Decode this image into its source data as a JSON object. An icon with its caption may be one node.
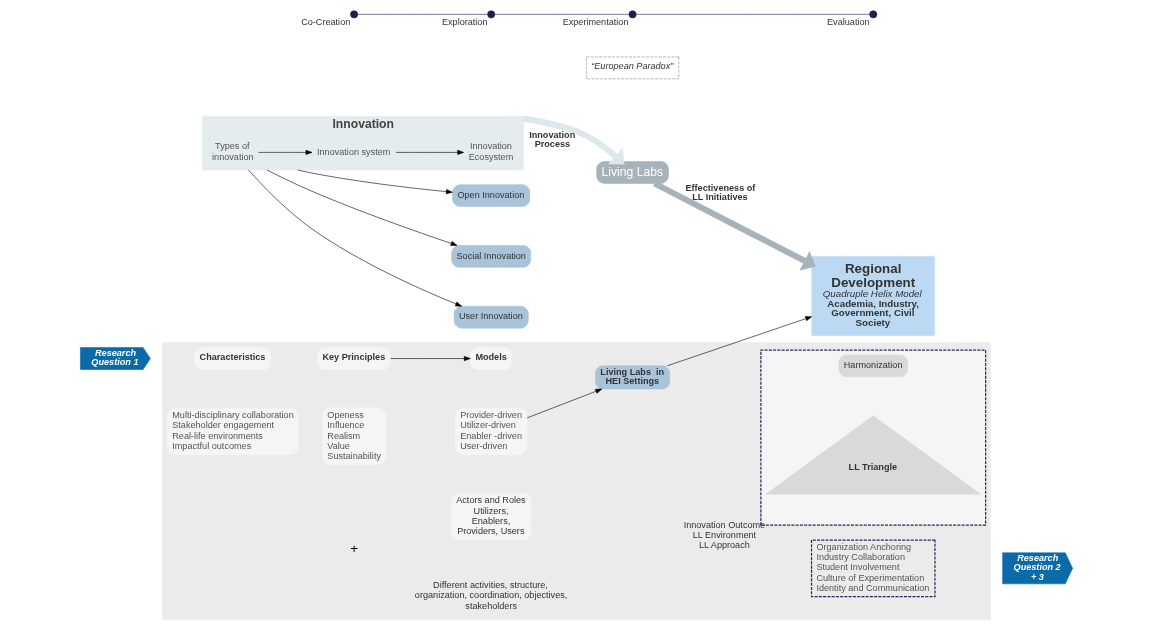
{
  "diagram": {
    "nodes": [
      {
        "text": [
          "Innovation"
        ]
      },
      {
        "text": [
          "Types of innovation"
        ],
        "in": 0
      },
      {
        "text": [
          "Innovation system"
        ],
        "in": 0
      },
      {
        "text": [
          "Innovation Ecosystem"
        ],
        "in": 0
      },
      {
        "text": [
          "User Innovation"
        ]
      },
      {
        "text": [
          "Social Innovation"
        ]
      },
      {
        "text": [
          "Open Innovation"
        ]
      },
      {
        "text": [
          "Living Labs"
        ]
      },
      {
        "text": [
          "Regional Development",
          "Quadruple Helix Model",
          "Academia, Industry, Government, Civil Society"
        ]
      },
      {
        "text": [
          "Co-Creation"
        ]
      },
      {
        "text": [
          "Exploration"
        ]
      },
      {
        "text": [
          "Experimentation"
        ]
      },
      {
        "text": [
          "Evaluation"
        ]
      },
      {
        "text": [
          "“European Paradox”"
        ]
      },
      {
        "text": [],
        "shape": "box"
      },
      {
        "text": [
          "Characteristics"
        ],
        "in": 14
      },
      {
        "text": [
          "Multi-disciplinary collaboration",
          "Stakeholder engagement",
          "Real-life environments",
          "Impactful outcomes"
        ],
        "in": 14
      },
      {
        "text": [
          "Key Principles"
        ],
        "in": 14
      },
      {
        "text": [
          "Openess",
          "Influence",
          "Realism",
          "Value",
          "Sustainability"
        ],
        "in": 14
      },
      {
        "text": [
          "Models"
        ],
        "in": 14
      },
      {
        "text": [
          "Provider-driven",
          "Utilizer-driven",
          "Enabler -driven",
          "User-driven"
        ],
        "in": 14
      },
      {
        "text": [
          "Actors and Roles",
          "Utilizers, Enablers, Providers, Users"
        ],
        "in": 14
      },
      {
        "text": [
          "Living Labs  in HEI Settings"
        ],
        "in": 14
      },
      {
        "text": [
          "Organization Anchoring",
          "Industry Collaboration",
          "Student Involvement",
          "Culture of Experimentation",
          "Identity and Communication"
        ],
        "in": 14
      },
      {
        "text": [],
        "shape": "box",
        "in": 14
      },
      {
        "text": [
          "Harmonization"
        ],
        "in": 24
      },
      {
        "text": [
          "LL Triangle"
        ],
        "in": 24,
        "beside": [
          "Innovation Outcome",
          "LL Environment",
          "LL Approach"
        ]
      },
      {
        "text": [
          "Research Question 1"
        ]
      },
      {
        "text": [
          "Research Question 2 + 3"
        ]
      }
    ],
    "edges": [
      {
        "from": 0,
        "to": 4,
        "arrow": "to"
      },
      {
        "from": 0,
        "to": 5,
        "arrow": "to"
      },
      {
        "from": 0,
        "to": 6,
        "arrow": "to"
      },
      {
        "from": 1,
        "to": 2,
        "arrow": "to"
      },
      {
        "from": 2,
        "to": 3,
        "arrow": "to"
      },
      {
        "from": 0,
        "to": 7,
        "label": "Innovation Process",
        "arrow": "to",
        "style": "thick",
        "color": "#dde8eb"
      },
      {
        "from": 7,
        "to": 8,
        "label": "Effectiveness of LL Initiatives",
        "arrow": "to",
        "style": "thick",
        "color": "#a7b3ba"
      },
      {
        "from": 9,
        "to": 10,
        "arrow": "none",
        "color": "#1f1f4a"
      },
      {
        "from": 10,
        "to": 11,
        "arrow": "none",
        "color": "#1f1f4a"
      },
      {
        "from": 11,
        "to": 12,
        "arrow": "none",
        "color": "#1f1f4a"
      },
      {
        "from": 17,
        "to": 19,
        "arrow": "to"
      },
      {
        "from": 20,
        "to": 22,
        "arrow": "to"
      },
      {
        "from": 22,
        "to": 8,
        "arrow": "to"
      }
    ],
    "labels": [
      "+",
      "Different activities, structure, organization, coordination, objectives, stakeholders"
    ]
  }
}
